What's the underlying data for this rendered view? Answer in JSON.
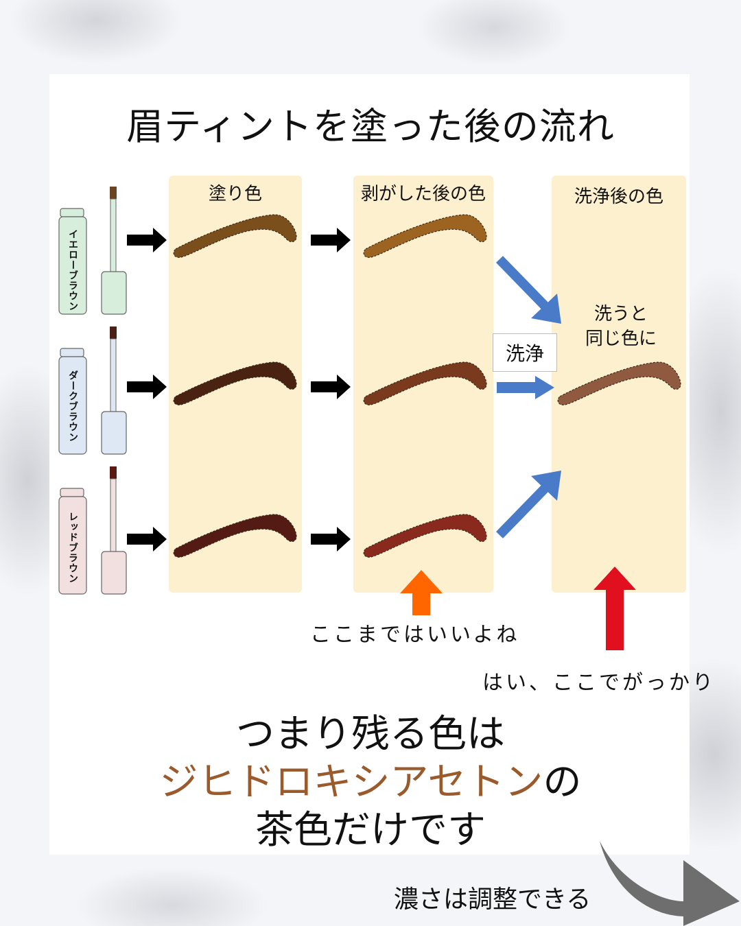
{
  "title": "眉ティントを塗った後の流れ",
  "columns": [
    {
      "label": "塗り色"
    },
    {
      "label": "剥がした後の色"
    },
    {
      "label": "洗浄後の色"
    }
  ],
  "products": [
    {
      "name": "イエローブラウン",
      "bottle_color": "#d8eedd",
      "tip_color": "#6b4423"
    },
    {
      "name": "ダークブラウン",
      "bottle_color": "#dde8f4",
      "tip_color": "#4a2015"
    },
    {
      "name": "レッドブラウン",
      "bottle_color": "#f2dfe0",
      "tip_color": "#5a1a14"
    }
  ],
  "brows": {
    "applied": [
      "#7a4f1c",
      "#4a2212",
      "#541a14"
    ],
    "peeled": [
      "#9c6420",
      "#7a3a1e",
      "#8a2a1e"
    ],
    "washed": "#8f5a3f"
  },
  "colors": {
    "column_bg": "#fdf0cf",
    "blue_arrow": "#4a7bc8",
    "orange_arrow": "#ff6600",
    "red_arrow": "#e0101e",
    "accent_text": "#9a5a2c"
  },
  "wash_label": "洗浄",
  "wash_note": [
    "洗うと",
    "同じ色に"
  ],
  "annotation_ok": "ここまではいいよね",
  "annotation_disappoint": "はい、ここでがっかり",
  "summary": {
    "line1": "つまり残る色は",
    "line2_accent": "ジヒドロキシアセトン",
    "line2_rest": "の",
    "line3": "茶色だけです"
  },
  "footer_note": "濃さは調整できる"
}
